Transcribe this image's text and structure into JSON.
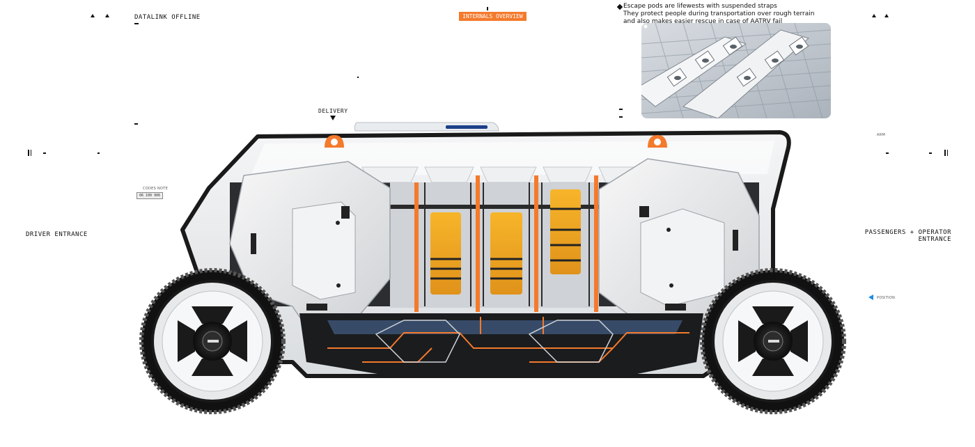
{
  "hud": {
    "datalink_status": "DATALINK OFFLINE",
    "tab_label": "INTERNALS OVERVIEW",
    "delivery_label": "DELIVERY",
    "driver_entrance": "DRIVER ENTRANCE",
    "passenger_entrance_line1": "PASSENGERS + OPERATOR",
    "passenger_entrance_line2": "ENTRANCE",
    "position_label": "POSITION",
    "left_chip_caption": "CODES NOTE",
    "left_chip_value": "06 100 906",
    "right_micro": "ARM"
  },
  "note": {
    "line1": "Escape pods are lifewests with suspended straps",
    "line2": "They protect people during transportation over rough terrain",
    "line3": "and also makes easier rescue in case of AATRV fail"
  },
  "colors": {
    "accent": "#f47a2c",
    "pod_yellow": "#f2a91d",
    "position_marker": "#1a8be6"
  }
}
